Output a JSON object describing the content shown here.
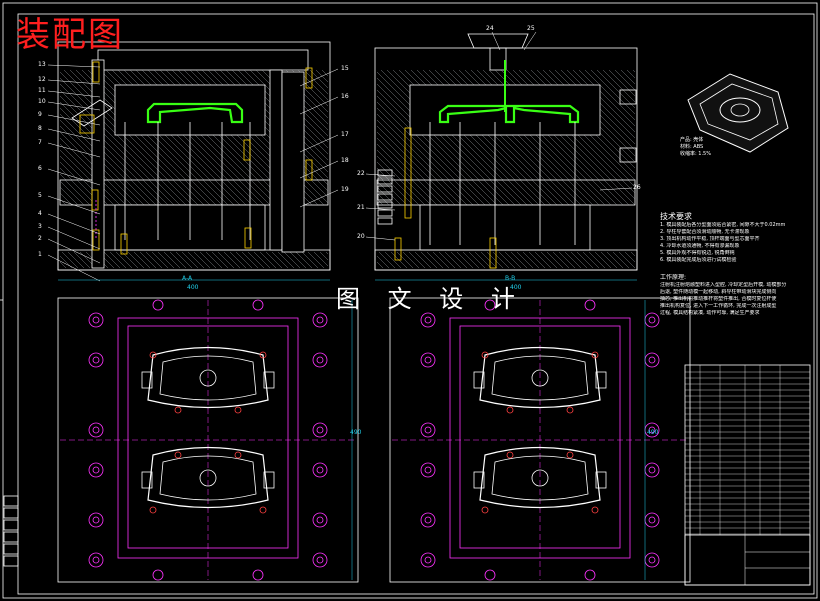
{
  "drawing": {
    "title": "装配图",
    "center_title": "图 文 设 计",
    "colors": {
      "background": "#000000",
      "outline": "#ffffff",
      "part_highlight": "#39ff14",
      "hidden": "#ff33ff",
      "dimension": "#22d3ee",
      "hatch": "#9aa0a6",
      "screw": "#ffd400",
      "title_red": "#ff1f1f"
    },
    "section_labels": {
      "left": "A-A",
      "right": "B-B"
    },
    "dimensions": {
      "left_width": "400",
      "right_width": "400",
      "left_height": "490",
      "right_height": "490"
    },
    "callouts_left": [
      "13",
      "12",
      "11",
      "10",
      "9",
      "8",
      "7",
      "6",
      "5",
      "4",
      "3",
      "2",
      "1"
    ],
    "callouts_left_right": [
      "15",
      "16",
      "17",
      "18",
      "19"
    ],
    "callouts_right": [
      "24",
      "25",
      "22",
      "21",
      "20",
      "26"
    ],
    "part_info": {
      "line1": "产品: 壳体",
      "line2": "材料: ABS",
      "line3": "收缩率: 1.5%"
    },
    "notes": {
      "heading1": "技术要求",
      "items1": [
        "1. 模具装配后各分型面须贴合紧密, 间隙不大于0.02mm",
        "2. 导柱导套配合须滑动顺畅, 无卡滞现象",
        "3. 顶出机构动作平稳, 顶杆端面与型芯面平齐",
        "4. 冷却水道须通畅, 不得有渗漏现象",
        "5. 模具外观不得有锐边, 锐角倒钝",
        "6. 模具装配完成后须进行试模检验"
      ],
      "heading2": "工作原理:",
      "items2": [
        "注射机注射熔融塑料进入型腔, 冷却定型后开模, 动模部分",
        "后退, 塑件随动模一起移动, 斜导柱带动滑块完成侧向",
        "抽芯, 推出机构推动推杆将塑件推出, 合模时复位杆使",
        "推出机构复位, 进入下一工作循环, 完成一次注射成型",
        "过程, 模具结构紧凑, 动作可靠, 满足生产要求"
      ]
    }
  }
}
